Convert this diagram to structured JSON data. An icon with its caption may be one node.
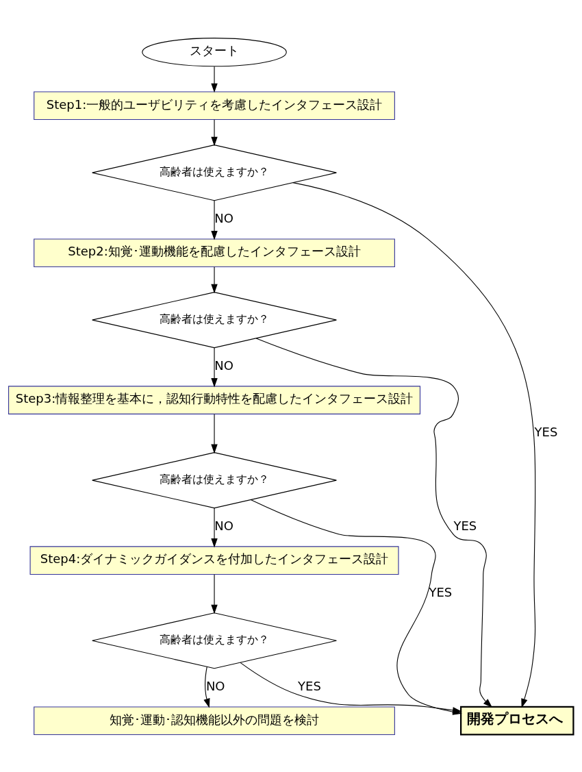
{
  "diagram": {
    "nodes": [
      {
        "text": [
          "スタート"
        ]
      },
      {
        "text": [
          "Step1:一般的ユーザビリティを考慮したインタフェース設計"
        ]
      },
      {
        "text": [
          "高齢者は使えますか？"
        ]
      },
      {
        "text": [
          "Step2:知覚･運動機能を配慮したインタフェース設計"
        ]
      },
      {
        "text": [
          "高齢者は使えますか？"
        ]
      },
      {
        "text": [
          "Step3:情報整理を基本に，認知行動特性を配慮したインタフェース設計"
        ]
      },
      {
        "text": [
          "高齢者は使えますか？"
        ]
      },
      {
        "text": [
          "Step4:ダイナミックガイダンスを付加したインタフェース設計"
        ]
      },
      {
        "text": [
          "高齢者は使えますか？"
        ]
      },
      {
        "text": [
          "知覚･運動･認知機能以外の問題を検討"
        ]
      },
      {
        "text": [
          "開発プロセスへ"
        ]
      }
    ],
    "edges": [
      {
        "from": 0,
        "to": 1,
        "arrow": "to"
      },
      {
        "from": 1,
        "to": 2,
        "arrow": "to"
      },
      {
        "from": 2,
        "to": 3,
        "arrow": "to",
        "label": "NO"
      },
      {
        "from": 2,
        "to": 10,
        "arrow": "to",
        "label": "YES"
      },
      {
        "from": 3,
        "to": 4,
        "arrow": "to"
      },
      {
        "from": 4,
        "to": 5,
        "arrow": "to",
        "label": "NO"
      },
      {
        "from": 4,
        "to": 10,
        "arrow": "to",
        "label": "YES"
      },
      {
        "from": 5,
        "to": 6,
        "arrow": "to"
      },
      {
        "from": 6,
        "to": 7,
        "arrow": "to",
        "label": "NO"
      },
      {
        "from": 6,
        "to": 10,
        "arrow": "to",
        "label": "YES"
      },
      {
        "from": 7,
        "to": 8,
        "arrow": "to"
      },
      {
        "from": 8,
        "to": 9,
        "arrow": "to",
        "label": "NO"
      },
      {
        "from": 8,
        "to": 10,
        "arrow": "to",
        "label": "YES"
      }
    ]
  }
}
